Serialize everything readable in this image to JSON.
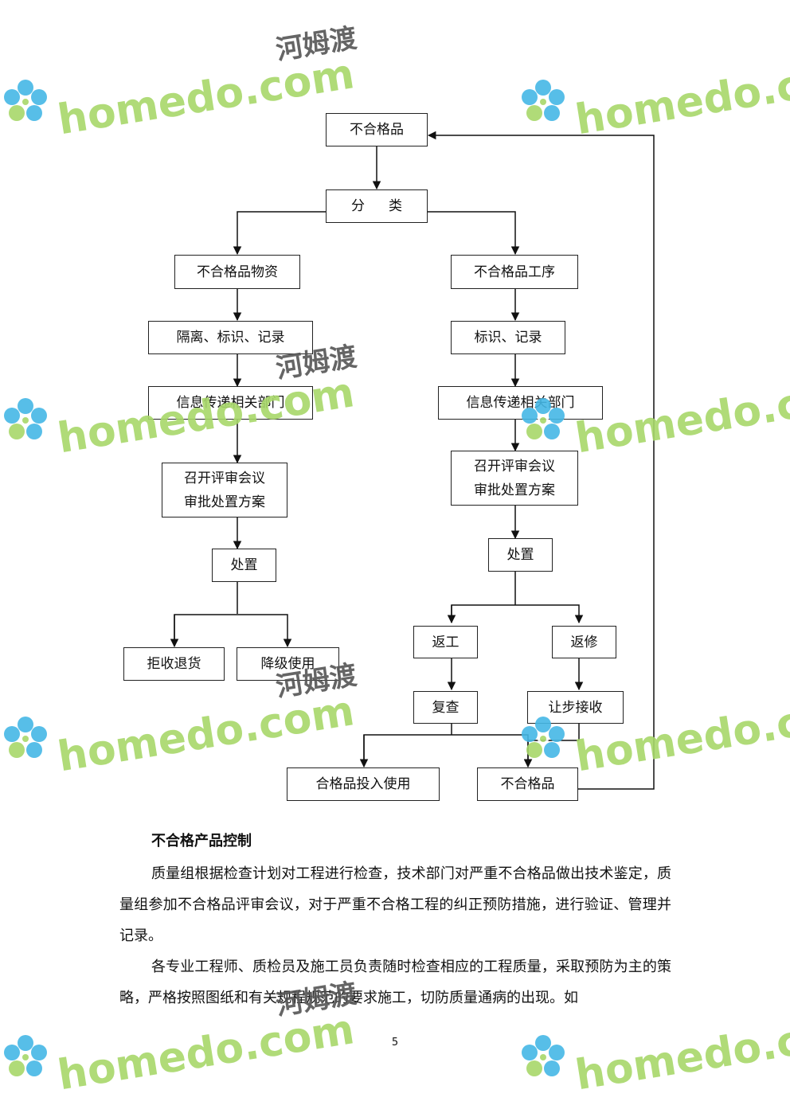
{
  "flowchart": {
    "top": "不合格品",
    "classify": "分类",
    "left": {
      "materials": "不合格品物资",
      "isolate": "隔离、标识、记录",
      "inform": "信息传递相关部门",
      "review_line1": "召开评审会议",
      "review_line2": "审批处置方案",
      "dispose": "处置",
      "reject": "拒收退货",
      "downgrade": "降级使用"
    },
    "right": {
      "process": "不合格品工序",
      "mark": "标识、记录",
      "inform": "信息传递相关部门",
      "review_line1": "召开评审会议",
      "review_line2": "审批处置方案",
      "dispose": "处置",
      "rework": "返工",
      "repair": "返修",
      "recheck": "复查",
      "concession": "让步接收"
    },
    "bottom": {
      "qualified": "合格品投入使用",
      "nonconforming": "不合格品"
    }
  },
  "section": {
    "heading": "不合格产品控制",
    "paragraph1": "质量组根据检查计划对工程进行检查，技术部门对严重不合格品做出技术鉴定，质量组参加不合格品评审会议，对于严重不合格工程的纠正预防措施，进行验证、管理并记录。",
    "paragraph2": "各专业工程师、质检员及施工员负责随时检查相应的工程质量，采取预防为主的策略，严格按照图纸和有关规程规范的要求施工，切防质量通病的出现。如"
  },
  "page_number": "5",
  "watermark": {
    "text_en": "homedo.com",
    "text_cn": "河姆渡",
    "colors": {
      "green": "#a8d86a",
      "blue": "#45b8e6"
    }
  }
}
